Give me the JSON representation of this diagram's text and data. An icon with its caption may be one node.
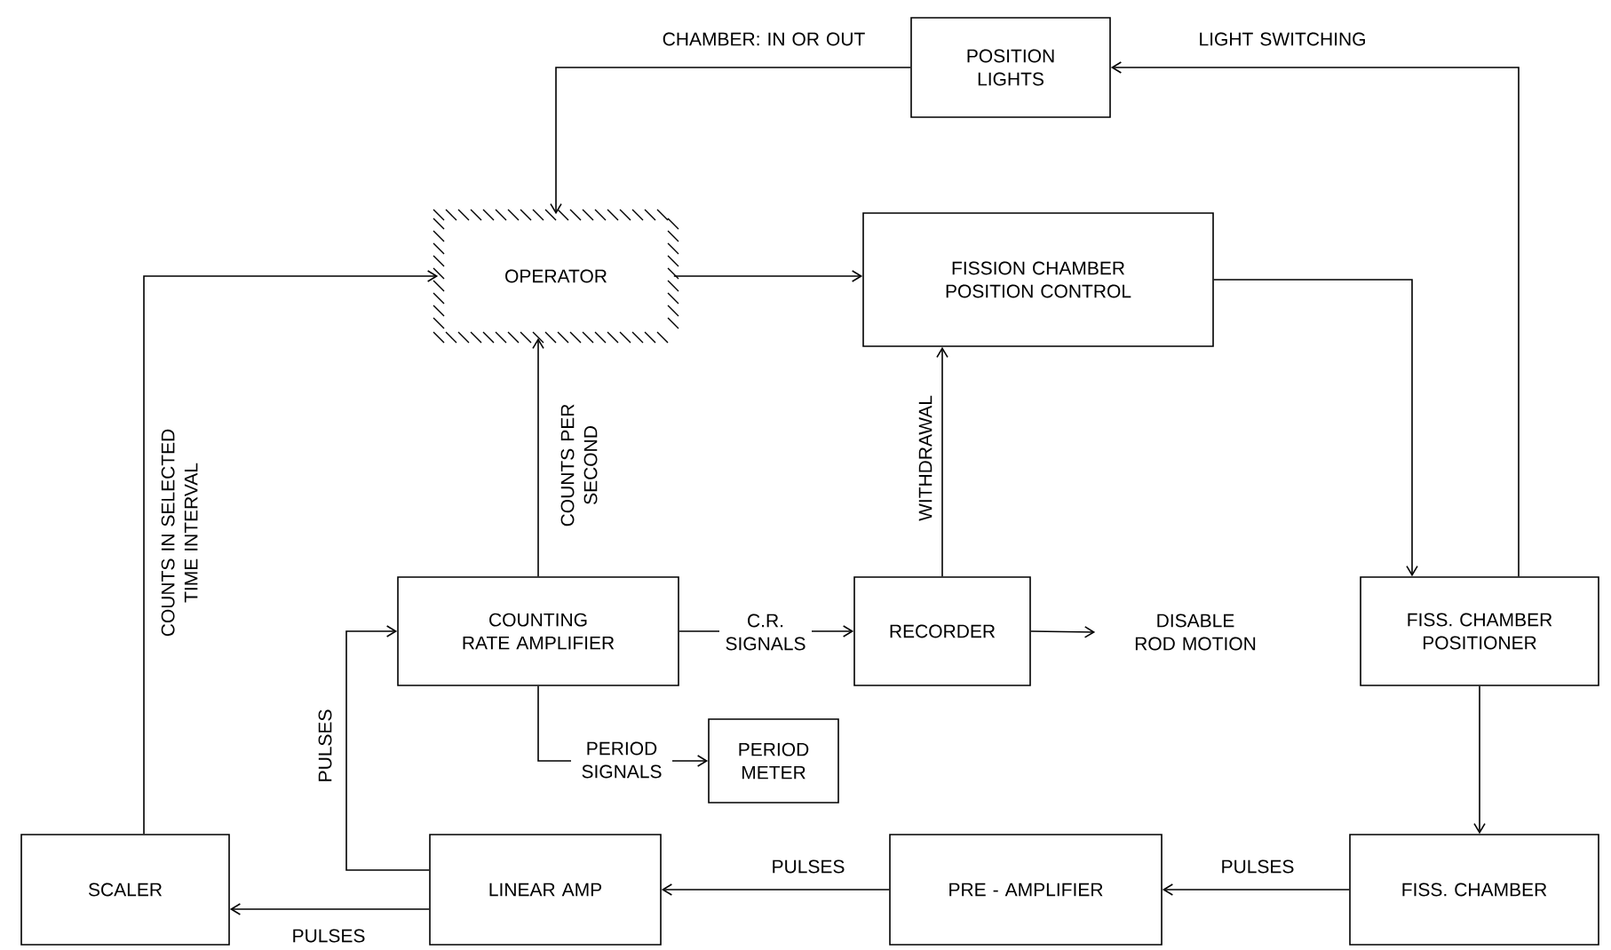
{
  "diagram": {
    "nodes": [
      {
        "text": [
          "POSITION LIGHTS"
        ]
      },
      {
        "text": [
          "OPERATOR"
        ]
      },
      {
        "text": [
          "FISSION CHAMBER POSITION CONTROL"
        ]
      },
      {
        "text": [
          "COUNTING RATE AMPLIFIER"
        ]
      },
      {
        "text": [
          "RECORDER"
        ]
      },
      {
        "text": [
          "DISABLE ROD MOTION"
        ]
      },
      {
        "text": [
          "PERIOD METER"
        ]
      },
      {
        "text": [
          "FISS. CHAMBER POSITIONER"
        ]
      },
      {
        "text": [
          "SCALER"
        ]
      },
      {
        "text": [
          "LINEAR AMP"
        ]
      },
      {
        "text": [
          "PRE - AMPLIFIER"
        ]
      },
      {
        "text": [
          "FISS. CHAMBER"
        ]
      }
    ],
    "edges": [
      {
        "from": 0,
        "to": 1,
        "arrow": "to",
        "label": "CHAMBER: IN OR OUT"
      },
      {
        "from": 7,
        "to": 0,
        "arrow": "to",
        "label": "LIGHT SWITCHING"
      },
      {
        "from": 1,
        "to": 2,
        "arrow": "to"
      },
      {
        "from": 2,
        "to": 7,
        "arrow": "to"
      },
      {
        "from": 8,
        "to": 1,
        "arrow": "to",
        "label": "COUNTS IN SELECTED TIME INTERVAL"
      },
      {
        "from": 3,
        "to": 1,
        "arrow": "to",
        "label": "COUNTS PER SECOND"
      },
      {
        "from": 4,
        "to": 2,
        "arrow": "to",
        "label": "WITHDRAWAL"
      },
      {
        "from": 3,
        "to": 4,
        "arrow": "to",
        "label": "C.R. SIGNALS"
      },
      {
        "from": 4,
        "to": 5,
        "arrow": "to"
      },
      {
        "from": 3,
        "to": 6,
        "arrow": "to",
        "label": "PERIOD SIGNALS"
      },
      {
        "from": 7,
        "to": 11,
        "arrow": "to"
      },
      {
        "from": 11,
        "to": 10,
        "arrow": "to",
        "label": "PULSES"
      },
      {
        "from": 10,
        "to": 9,
        "arrow": "to",
        "label": "PULSES"
      },
      {
        "from": 9,
        "to": 3,
        "arrow": "to",
        "label": "PULSES"
      },
      {
        "from": 9,
        "to": 8,
        "arrow": "to",
        "label": "PULSES"
      }
    ]
  }
}
